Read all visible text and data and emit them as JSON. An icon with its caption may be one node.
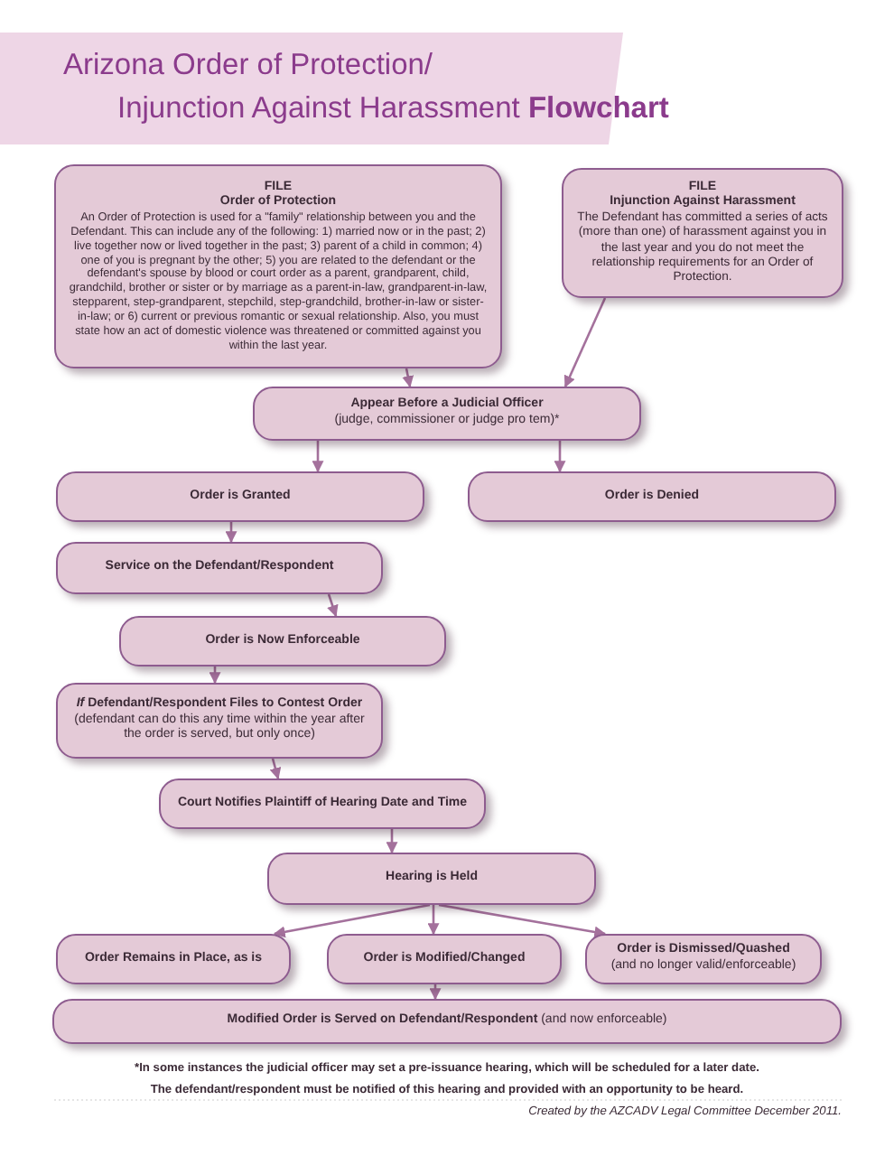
{
  "diagram": {
    "title": "Arizona Order of Protection/ Injunction Against Harassment **Flowchart**",
    "nodes": [
      {
        "text": [
          "FILE",
          "Order of Protection",
          "An Order of Protection is used for a \"family\" relationship between you and the Defendant. This can include any of the following: 1) married now or in the past; 2) live together now or lived together in the past; 3) parent of a child in common; 4) one of you is pregnant by the other; 5) you are related to the defendant or the defendant's spouse by blood or court order as a parent, grandparent, child, grandchild, brother or sister or by marriage as a parent-in-law, grandparent-in-law, stepparent, step-grandparent, stepchild, step-grandchild, brother-in-law or sister-in-law; or 6) current or previous romantic or sexual relationship. Also, you must state how an act of domestic violence was threatened or committed against you within the last year."
        ]
      },
      {
        "text": [
          "FILE",
          "Injunction Against Harassment",
          "The Defendant has committed a series of acts (more than one) of harassment against you in the last year and you do not meet the relationship requirements for an Order of Protection."
        ]
      },
      {
        "text": [
          "Appear Before a Judicial Officer",
          "(judge, commissioner or judge pro tem)*"
        ]
      },
      {
        "text": [
          "Order is Granted"
        ]
      },
      {
        "text": [
          "Order is Denied"
        ]
      },
      {
        "text": [
          "Service on the Defendant/Respondent"
        ]
      },
      {
        "text": [
          "Order is Now Enforceable"
        ]
      },
      {
        "text": [
          "*If* Defendant/Respondent Files to Contest Order",
          "(defendant can do this any time within the year after the order is served, but only once)"
        ]
      },
      {
        "text": [
          "Court Notifies Plaintiff of Hearing Date and Time"
        ]
      },
      {
        "text": [
          "Hearing is Held"
        ]
      },
      {
        "text": [
          "Order Remains in Place, as is"
        ]
      },
      {
        "text": [
          "Order is Modified/Changed"
        ]
      },
      {
        "text": [
          "Order is Dismissed/Quashed",
          "(and no longer valid/enforceable)"
        ]
      },
      {
        "text": [
          "**Modified Order is Served on Defendant/Respondent** (and now enforceable)"
        ]
      }
    ],
    "edges": [
      {
        "from": 0,
        "to": 2,
        "arrow": "to"
      },
      {
        "from": 1,
        "to": 2,
        "arrow": "to"
      },
      {
        "from": 2,
        "to": 3,
        "arrow": "to"
      },
      {
        "from": 2,
        "to": 4,
        "arrow": "to"
      },
      {
        "from": 3,
        "to": 5,
        "arrow": "to"
      },
      {
        "from": 5,
        "to": 6,
        "arrow": "to"
      },
      {
        "from": 6,
        "to": 7,
        "arrow": "to"
      },
      {
        "from": 7,
        "to": 8,
        "arrow": "to"
      },
      {
        "from": 8,
        "to": 9,
        "arrow": "to"
      },
      {
        "from": 9,
        "to": 10,
        "arrow": "to"
      },
      {
        "from": 9,
        "to": 11,
        "arrow": "to"
      },
      {
        "from": 9,
        "to": 12,
        "arrow": "to"
      },
      {
        "from": 11,
        "to": 13,
        "arrow": "to"
      }
    ],
    "labels": [
      "*In some instances the judicial officer may set a pre-issuance hearing, which will be scheduled for a later date.",
      "The defendant/respondent must be notified of this hearing and provided with an opportunity to be heard.",
      "Created by the AZCADV Legal Committee December 2011."
    ]
  }
}
